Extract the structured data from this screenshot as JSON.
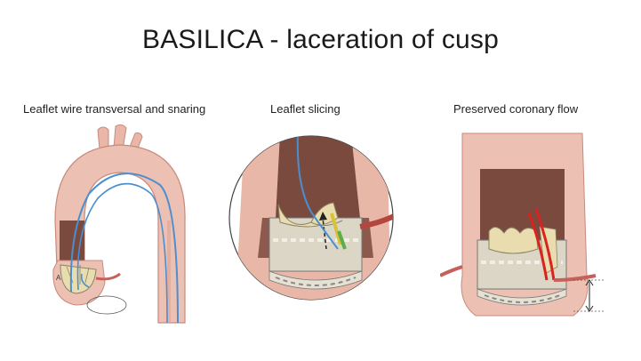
{
  "slide": {
    "title": "BASILICA - laceration of cusp"
  },
  "panels": [
    {
      "caption": "Leaflet wire transversal and snaring",
      "marker_label": "A"
    },
    {
      "caption": "Leaflet slicing"
    },
    {
      "caption": "Preserved coronary flow"
    }
  ],
  "colors": {
    "tissue": "#e8b7a8",
    "tissue_dark": "#c98a7c",
    "lumen": "#7a4a3e",
    "leaflet": "#e9dcae",
    "wire": "#4a8fd0",
    "coronary_flow": "#d8231f"
  }
}
